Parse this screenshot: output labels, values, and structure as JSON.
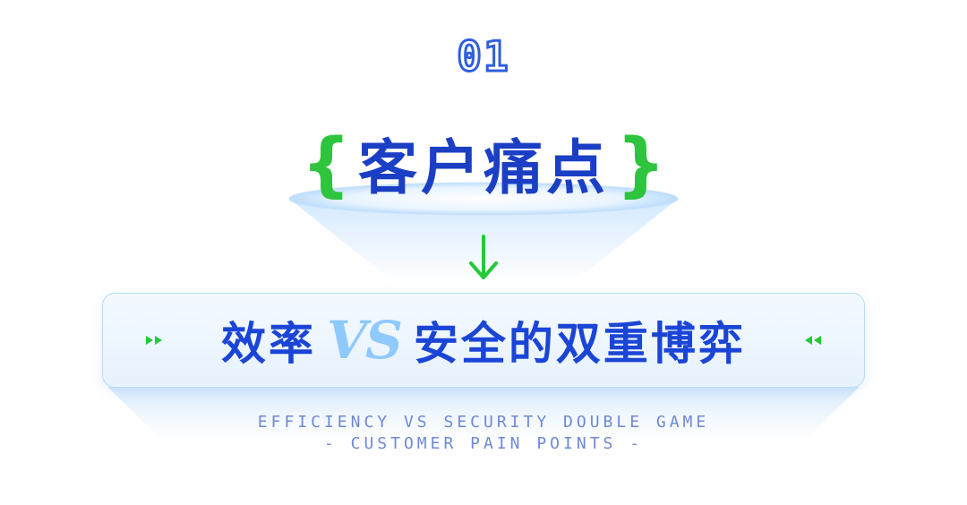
{
  "section": {
    "number": "01"
  },
  "title": {
    "open_brace": "{",
    "text": "客户痛点",
    "close_brace": "}"
  },
  "banner": {
    "left_text": "效率",
    "vs_text": "VS",
    "right_text": "安全的双重博弈"
  },
  "subtitle": {
    "line1": "EFFICIENCY VS SECURITY DOUBLE GAME",
    "line2": "- CUSTOMER PAIN POINTS -"
  },
  "colors": {
    "title_blue": "#1b3fc4",
    "brace_green": "#2ec43d",
    "arrow_green": "#23c93a",
    "vs_light_blue": "#8ec9ff",
    "subtitle_blue": "#6f88d6"
  },
  "icons": {
    "arrow": "arrow-down-icon",
    "banner_left": "double-chevron-right-icon",
    "banner_right": "double-chevron-left-icon"
  }
}
